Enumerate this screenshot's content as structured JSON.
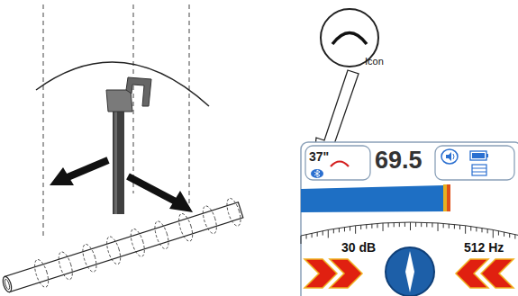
{
  "diagram": {
    "labels": [
      "Icon",
      "37\"",
      "69.5",
      "30 dB",
      "512 Hz"
    ]
  }
}
